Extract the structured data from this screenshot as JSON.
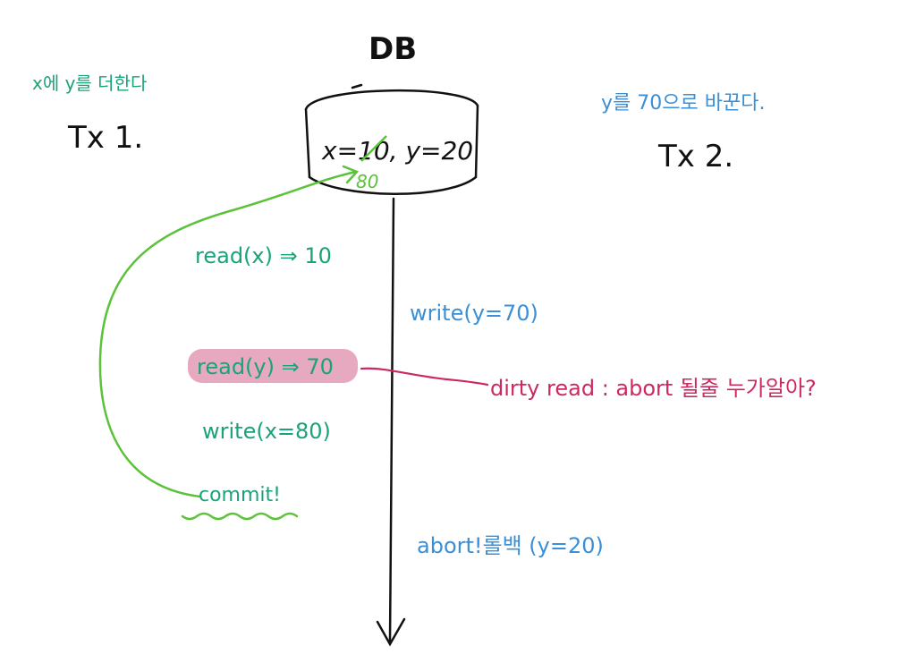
{
  "db_label": "DB",
  "db_contents": "x=10, y=20",
  "db_x_overwrite": "80",
  "tx1": {
    "title": "Tx 1.",
    "note": "x에 y를 더한다",
    "steps": [
      "read(x) ⇒ 10",
      "read(y) ⇒ 70",
      "write(x=80)",
      "commit!"
    ]
  },
  "tx2": {
    "title": "Tx 2.",
    "note": "y를 70으로 바꾼다.",
    "steps": [
      "write(y=70)",
      "abort!롤백 (y=20)"
    ]
  },
  "callout": "dirty read : abort 될줄 누가알아?",
  "colors": {
    "ink": "#111111",
    "tx1": "#1aa37a",
    "tx2": "#3a8fd6",
    "green": "#5cc23a",
    "callout": "#cc2a5e",
    "highlight": "#e7a9c0"
  }
}
